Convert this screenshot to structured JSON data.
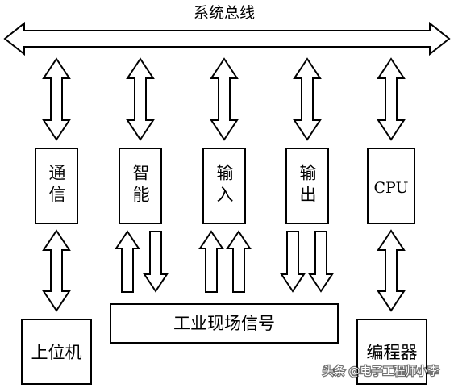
{
  "bus": {
    "title": "系统总线"
  },
  "modules": {
    "comm": {
      "label": "通信"
    },
    "smart": {
      "label": "智能"
    },
    "input": {
      "label": "输入"
    },
    "output": {
      "label": "输出"
    },
    "cpu": {
      "label": "CPU"
    }
  },
  "field": {
    "label": "工业现场信号"
  },
  "host": {
    "label": "上位机"
  },
  "programmer": {
    "label": "编程器"
  },
  "watermark": {
    "text": "头条 @电子工程师小李"
  }
}
